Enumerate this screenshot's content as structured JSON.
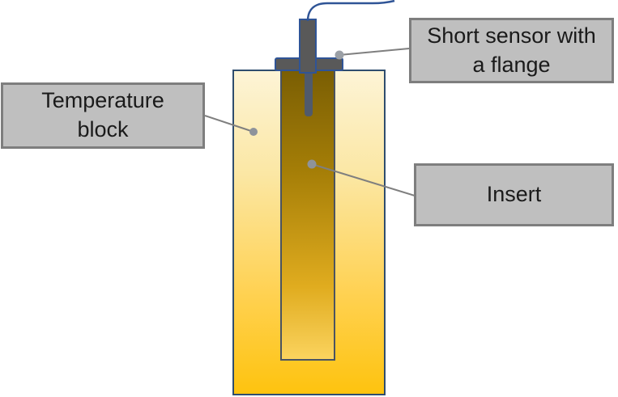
{
  "diagram": {
    "labels": {
      "temperature_block": {
        "lines": [
          "Temperature",
          "block"
        ]
      },
      "short_sensor": {
        "lines": [
          "Short sensor with",
          "a flange"
        ]
      },
      "insert": {
        "lines": [
          "Insert"
        ]
      }
    },
    "components": [
      "temperature-block-shape",
      "insert-shape",
      "sensor-rod",
      "sensor-flange",
      "sensor-body",
      "sensor-cable"
    ],
    "colors": {
      "block_border": "#2F4D6E",
      "block_gradient_top": "#FDF4D6",
      "block_gradient_bottom": "#FEC30F",
      "insert_border": "#4A5361",
      "insert_gradient_top": "#7A5E04",
      "insert_gradient_bottom": "#FBD35E",
      "sensor_fill": "#595959",
      "sensor_border": "#2F5496",
      "cable": "#2F5496",
      "label_fill": "#BFBFBF",
      "label_border": "#7E7E7E",
      "label_text": "#1A1A1A",
      "leader_line": "#7F7F7F",
      "leader_dot": "#8E939B",
      "background": "#FFFFFF"
    }
  }
}
